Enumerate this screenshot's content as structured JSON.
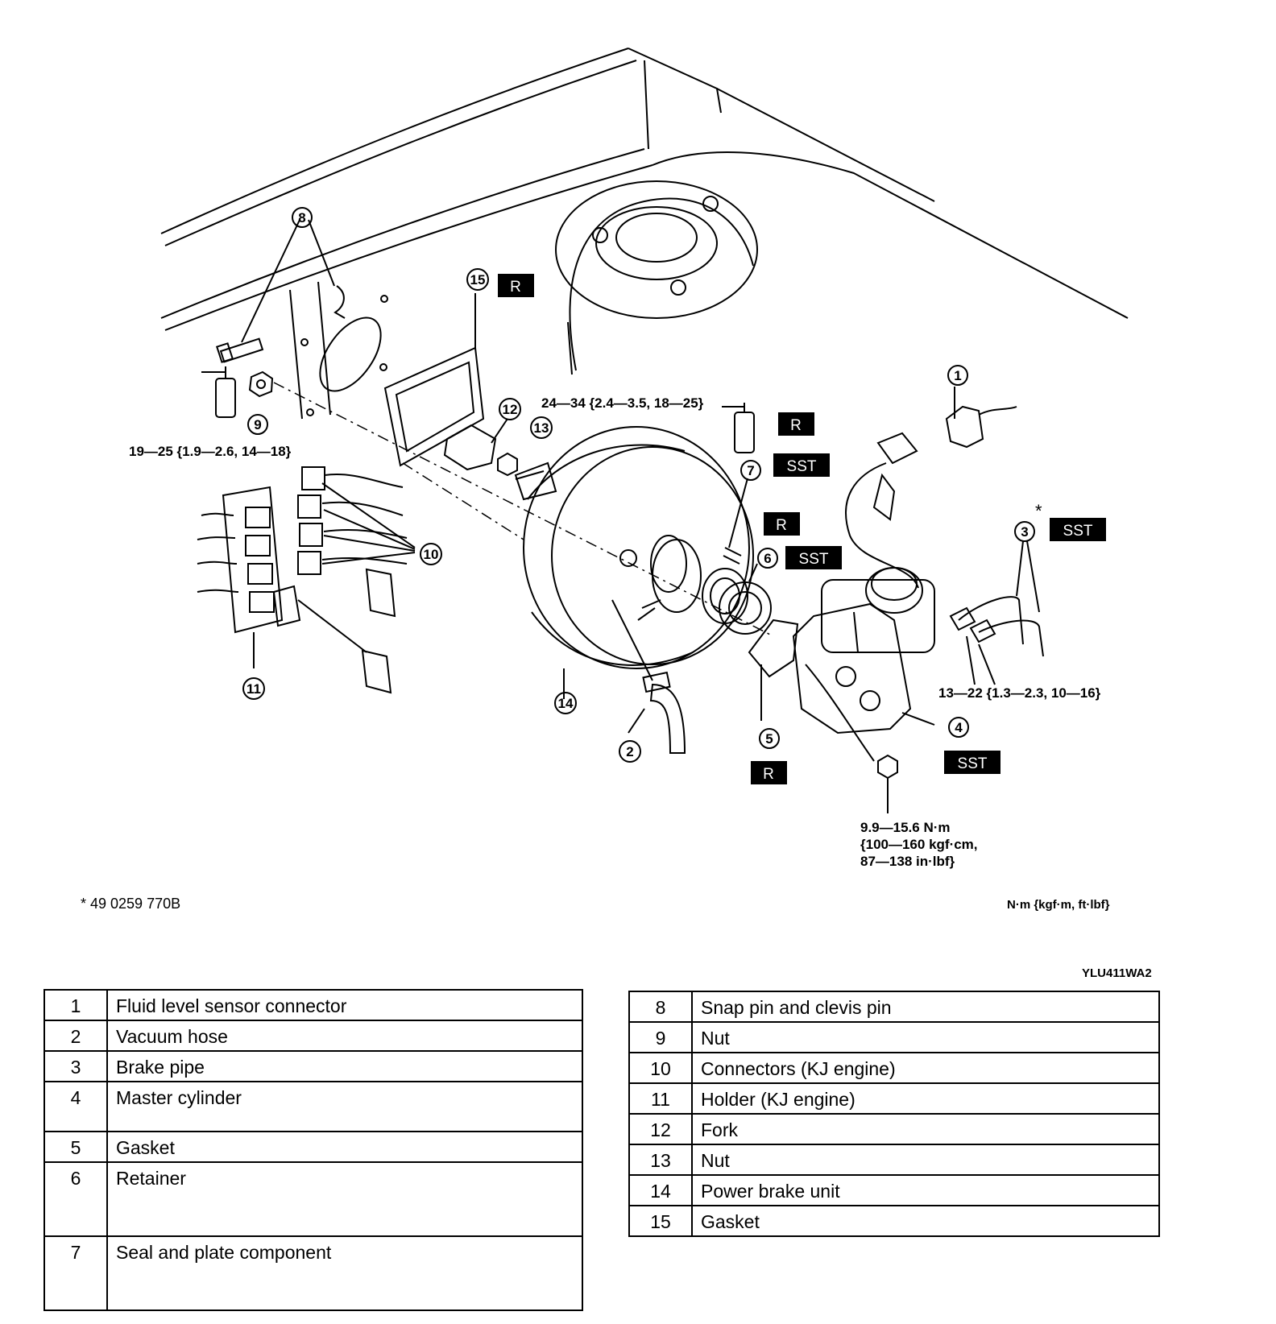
{
  "callouts": [
    "1",
    "2",
    "3",
    "4",
    "5",
    "6",
    "7",
    "8",
    "9",
    "10",
    "11",
    "12",
    "13",
    "14",
    "15"
  ],
  "badges": {
    "r": "R",
    "sst": "SST"
  },
  "torque": {
    "t1": "19—25 {1.9—2.6, 14—18}",
    "t2": "24—34 {2.4—3.5, 18—25}",
    "t3": "13—22 {1.3—2.3, 10—16}",
    "t4": [
      "9.9—15.6 N·m",
      "{100—160 kgf·cm,",
      "87—138 in·lbf}"
    ]
  },
  "sst_marker": "*",
  "footnote": "* 49 0259 770B",
  "units": "N·m {kgf·m, ft·lbf}",
  "figure_code": "YLU411WA2",
  "parts_left": [
    {
      "num": "1",
      "name": "Fluid level sensor connector"
    },
    {
      "num": "2",
      "name": "Vacuum hose"
    },
    {
      "num": "3",
      "name": "Brake pipe"
    },
    {
      "num": "4",
      "name": "Master cylinder"
    },
    {
      "num": "5",
      "name": "Gasket"
    },
    {
      "num": "6",
      "name": "Retainer"
    },
    {
      "num": "7",
      "name": "Seal and plate component"
    }
  ],
  "parts_right": [
    {
      "num": "8",
      "name": "Snap pin and clevis pin"
    },
    {
      "num": "9",
      "name": "Nut"
    },
    {
      "num": "10",
      "name": "Connectors (KJ engine)"
    },
    {
      "num": "11",
      "name": "Holder (KJ engine)"
    },
    {
      "num": "12",
      "name": "Fork"
    },
    {
      "num": "13",
      "name": "Nut"
    },
    {
      "num": "14",
      "name": "Power brake unit"
    },
    {
      "num": "15",
      "name": "Gasket"
    }
  ]
}
